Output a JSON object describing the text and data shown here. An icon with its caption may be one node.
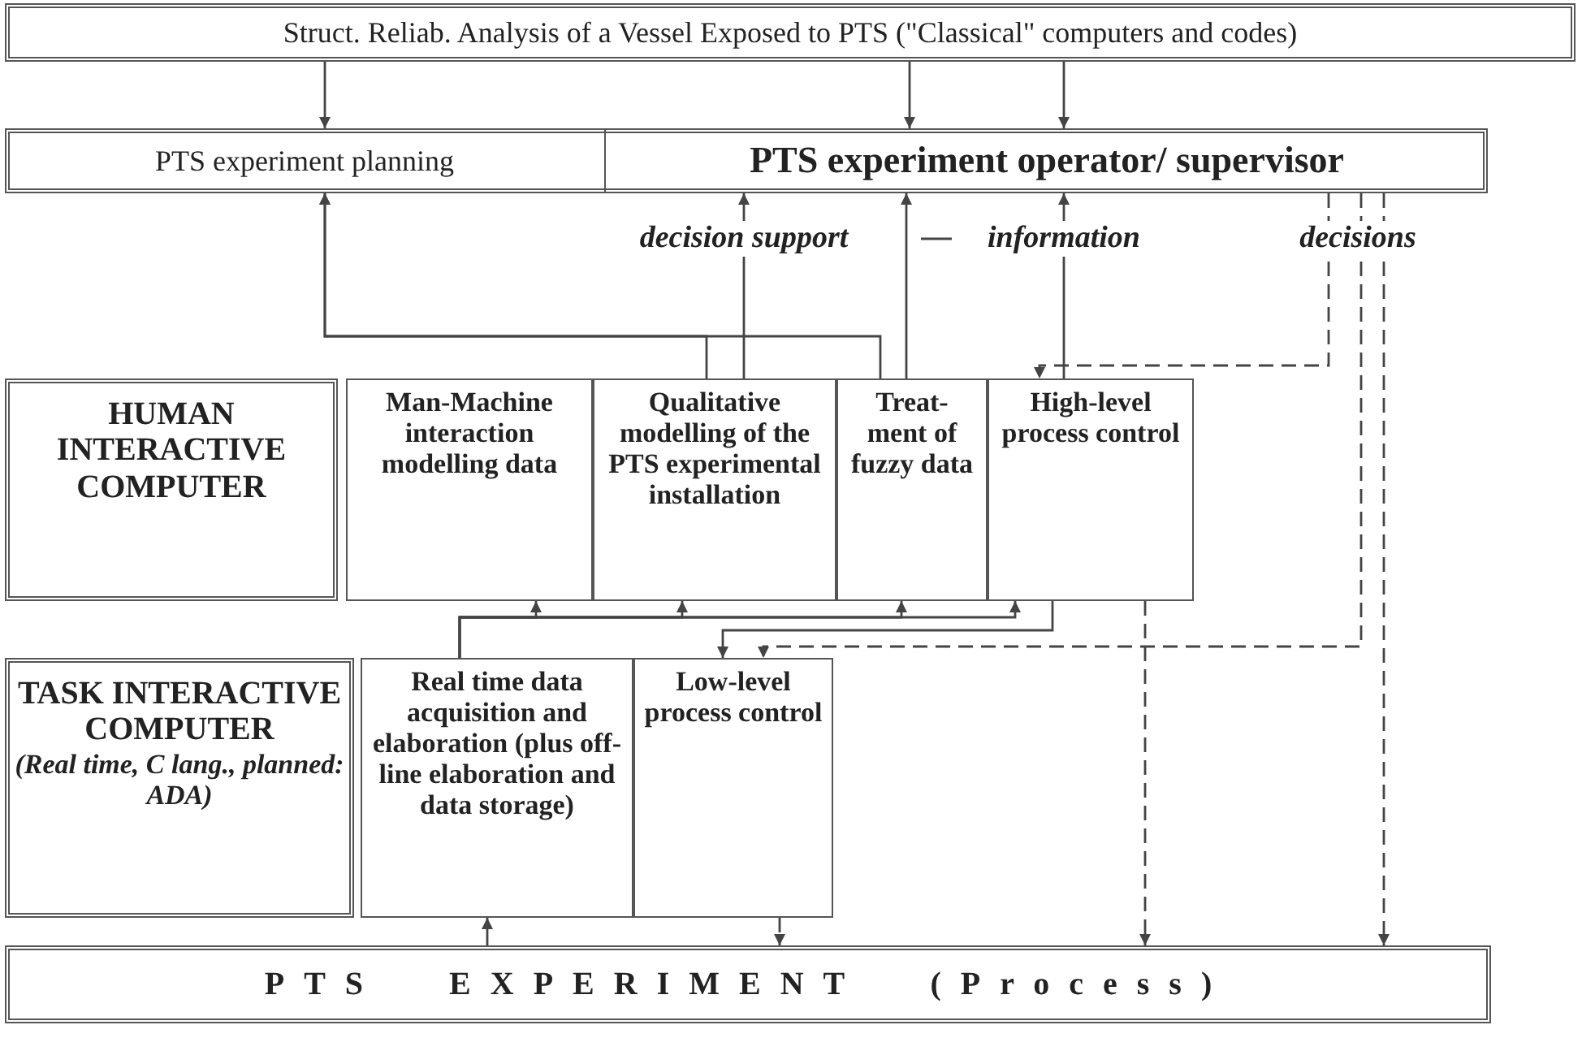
{
  "diagram": {
    "nodes": [
      {
        "text": [
          "Struct. Reliab. Analysis of a Vessel Exposed to PTS (\"Classical\" computers and codes)"
        ]
      },
      {
        "text": [
          "PTS experiment planning"
        ]
      },
      {
        "text": [
          "PTS experiment operator/ supervisor"
        ]
      },
      {
        "text": [
          "HUMAN INTERACTIVE COMPUTER"
        ]
      },
      {
        "text": [
          "Man-Machine interaction modelling data"
        ]
      },
      {
        "text": [
          "Qualitative modelling of the PTS experimental installation"
        ]
      },
      {
        "text": [
          "Treat- ment of fuzzy data"
        ]
      },
      {
        "text": [
          "High-level process control"
        ]
      },
      {
        "text": [
          "TASK INTERACTIVE COMPUTER",
          "(Real time, C lang., planned: ADA)"
        ]
      },
      {
        "text": [
          "Real time data acquisition and elaboration (plus off-line elaboration and data storage)"
        ]
      },
      {
        "text": [
          "Low-level process control"
        ]
      },
      {
        "text": [
          "PTS EXPERIMENT (Process)"
        ]
      }
    ],
    "edges": [
      {
        "from": 0,
        "to": 1,
        "arrow": "to"
      },
      {
        "from": 0,
        "to": 2,
        "arrow": "to"
      },
      {
        "from": 0,
        "to": 2,
        "arrow": "to"
      },
      {
        "from": 5,
        "to": 1,
        "arrow": "to"
      },
      {
        "from": 6,
        "to": 1,
        "arrow": "to"
      },
      {
        "from": 5,
        "to": 2,
        "arrow": "to",
        "label": "decision support"
      },
      {
        "from": 6,
        "to": 2,
        "arrow": "to"
      },
      {
        "from": 7,
        "to": 2,
        "arrow": "to",
        "label": "information"
      },
      {
        "from": 2,
        "to": 7,
        "arrow": "to",
        "style": "dashed",
        "label": "decisions"
      },
      {
        "from": 2,
        "to": 10,
        "arrow": "to",
        "style": "dashed"
      },
      {
        "from": 2,
        "to": 11,
        "arrow": "to",
        "style": "dashed"
      },
      {
        "from": 7,
        "to": 11,
        "arrow": "to",
        "style": "dashed"
      },
      {
        "from": 7,
        "to": 10,
        "arrow": "to"
      },
      {
        "from": 9,
        "to": 4,
        "arrow": "to"
      },
      {
        "from": 9,
        "to": 5,
        "arrow": "to"
      },
      {
        "from": 9,
        "to": 6,
        "arrow": "to"
      },
      {
        "from": 9,
        "to": 7,
        "arrow": "to"
      },
      {
        "from": 11,
        "to": 9,
        "arrow": "to"
      },
      {
        "from": 10,
        "to": 11,
        "arrow": "to",
        "style": "dashed"
      }
    ]
  }
}
